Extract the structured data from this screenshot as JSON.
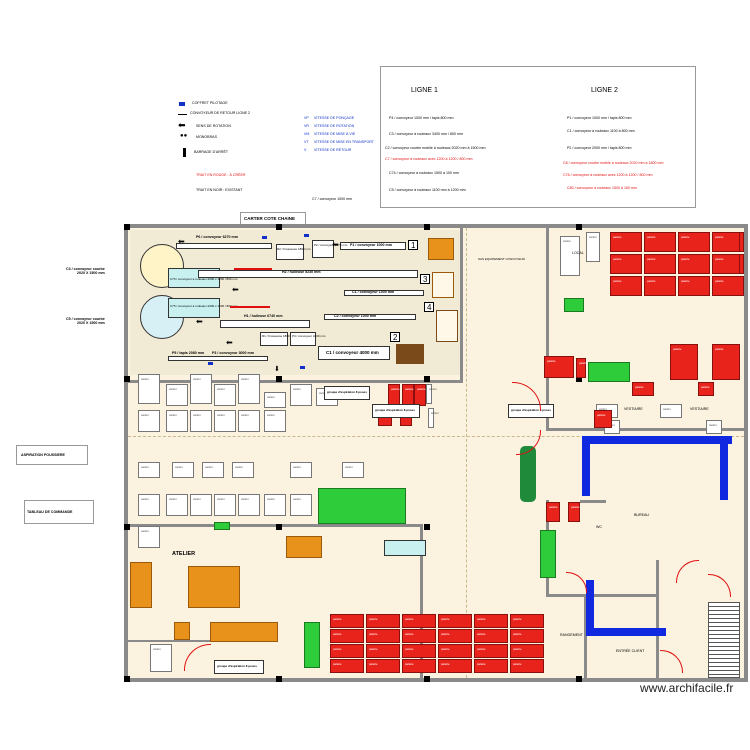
{
  "legend": {
    "items": [
      {
        "icon": "blue-square",
        "label": "COFFRET PILOTAGE"
      },
      {
        "icon": "line",
        "label": "CONVOYEUR DE RETOUR LIGNE 2"
      },
      {
        "icon": "arrow-left",
        "label": "SENS DE ROTATION"
      },
      {
        "icon": "dots",
        "label": "MONOBRAS"
      },
      {
        "icon": "bar",
        "label": "BARRAGE D'ARRÊT"
      },
      {
        "icon": "none",
        "label": "TRAIT EN ROUGE : À CRÉER",
        "color": "#e01010"
      },
      {
        "icon": "none",
        "label": "TRAIT EN NOIR : EXISTANT"
      }
    ],
    "speeds": [
      {
        "code": "VP",
        "label": "VITESSE DE PONÇAGE"
      },
      {
        "code": "VR",
        "label": "VITESSE DE ROTATION"
      },
      {
        "code": "VM",
        "label": "VITESSE DE MISE À VIE"
      },
      {
        "code": "VT",
        "label": "VITESSE DE MISE EN TRANSPORT"
      },
      {
        "code": "V",
        "label": "VITESSE DE RETOUR"
      }
    ],
    "c7_note": "C7 / convoyeur 1000 mm"
  },
  "lines_table": {
    "line1_title": "LIGNE 1",
    "line2_title": "LIGNE 2",
    "line1": [
      {
        "text": "P4 / convoyeur 1000 mm / tapis 800 mm",
        "red": false
      },
      {
        "text": "C3 / convoyeur à rouleaux 3400 mm / 800 mm",
        "red": false
      },
      {
        "text": "C2 / convoyeur courbe mobile à rouleaux 2020 mm à 1500 mm",
        "red": false
      },
      {
        "text": "C7 / convoyeur à rouleaux avec 1200 à 1200 / 800 mm",
        "red": true
      },
      {
        "text": "C74 / convoyeur à rouleaux 1500 à 100 mm",
        "red": false
      },
      {
        "text": "C5 / convoyeur à rouleaux 1100 mm à 1200 mm",
        "red": false
      }
    ],
    "line2": [
      {
        "text": "P1 / convoyeur 1000 mm / tapis 800 mm",
        "red": false
      },
      {
        "text": "C1 / convoyeur à rouleaux 1100 à 800 mm",
        "red": false
      },
      {
        "text": "P2 / convoyeur 2000 mm / tapis 800 mm",
        "red": false
      },
      {
        "text": "C8 / convoyeur courbe mobile à rouleaux 2020 mm à 1800 mm",
        "red": true
      },
      {
        "text": "C76 / convoyeur à rouleaux avec 1200 à 1200 / 800 mm",
        "red": true
      },
      {
        "text": "C80 / convoyeur à rouleaux 1500 à 150 mm",
        "red": true
      }
    ]
  },
  "plan": {
    "carter_label": "CARTER COTE CHAINE",
    "side_labels": {
      "c3": "C3 / convoyeur courbe\n2020 X 1500 mm",
      "c5": "C5 / convoyeur courbe\n2020 X 1500 mm",
      "aspiration": "ASPIRATION POUSSIERE",
      "tableau": "TABLEAU DE COMMANDE"
    },
    "line_labels": {
      "p6": "P6 / convoyeur 6270 mm",
      "p1": "P1 / convoyeur 1000 mm",
      "p2": "P2 / convoyeur 2270 mm",
      "r2": "R2 / brosseuse 1800 mm",
      "h2": "H2 / huileuse 5230 mm",
      "c1a": "C1 / convoyeur 1000 mm",
      "c2": "C2 / convoyeur 1000 mm",
      "h1": "H1 / huileuse 6740 mm",
      "r1": "R1 / brosseuse 1800 mm",
      "p5": "P5 / tapis 2080 mm",
      "p3": "P3 / convoyeur 3000 mm",
      "c1": "C1 / convoyeur 4000 mm",
      "c76": "C76 / convoyeur à rouleaux 2000 x 1200 / 800 mm",
      "c75": "C75 / convoyeur à rouleaux 2000 x 1200 / 800 mm",
      "p4": "P4 / convoyeur 1000 mm",
      "num1": "1",
      "num2": "2",
      "num3": "3",
      "num4": "4"
    },
    "zones": {
      "atelier": "ATELIER",
      "groupe1": "groupe d'aspiration 8 poses",
      "groupe2": "groupe d'aspiration 8 poses",
      "groupe3": "groupe d'aspiration 8 poses",
      "groupe4": "groupe d'aspiration 8 poses",
      "bureau": "BUREAU",
      "sas": "SAS EQUIPEMENT CONVOYEUR",
      "local": "LOCAL",
      "vestiaire_h": "VESTIAIRE",
      "vestiaire_f": "VESTIAIRE",
      "wc": "WC",
      "entree": "ENTRÉE CLIENT",
      "rangement": "RANGEMENT"
    },
    "rack_label": "carton",
    "red_label": "palette"
  },
  "watermark": "www.archifacile.fr"
}
